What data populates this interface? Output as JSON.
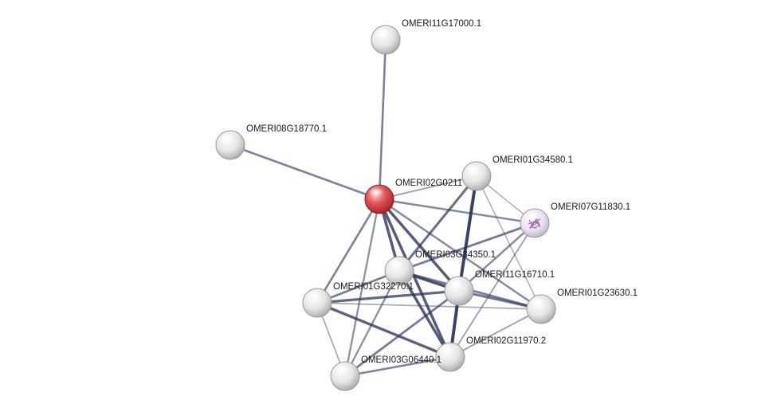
{
  "network": {
    "query_node": "OMERI02G02110.1",
    "colors": {
      "background": "#ffffff",
      "query_node": "#d9353b",
      "node": "#e2e2e2",
      "edge": "#2b3458",
      "label": "#1a1a1a"
    },
    "nodes": [
      {
        "id": "OMERI11G17000.1",
        "label": "OMERI11G17000.1",
        "type": "plain"
      },
      {
        "id": "OMERI08G18770.1",
        "label": "OMERI08G18770.1",
        "type": "plain"
      },
      {
        "id": "OMERI02G02110.1",
        "label": "OMERI02G0211",
        "type": "query"
      },
      {
        "id": "OMERI01G34580.1",
        "label": "OMERI01G34580.1",
        "type": "plain"
      },
      {
        "id": "OMERI07G11830.1",
        "label": "OMERI07G11830.1",
        "type": "structure"
      },
      {
        "id": "OMERI03G34350.1",
        "label": "OMERI03G34350.1",
        "type": "plain"
      },
      {
        "id": "OMERI11G16710.1",
        "label": "OMERI11G16710.1",
        "type": "plain"
      },
      {
        "id": "OMERI01G32270.1",
        "label": "OMERI01G32270.1",
        "type": "plain"
      },
      {
        "id": "OMERI01G23630.1",
        "label": "OMERI01G23630.1",
        "type": "plain"
      },
      {
        "id": "OMERI02G11970.2",
        "label": "OMERI02G11970.2",
        "type": "plain"
      },
      {
        "id": "OMERI03G06440.1",
        "label": "OMERI03G06440.1",
        "type": "plain"
      }
    ],
    "edges": [
      {
        "source": "OMERI02G02110.1",
        "target": "OMERI11G17000.1",
        "strength": 0.55
      },
      {
        "source": "OMERI02G02110.1",
        "target": "OMERI08G18770.1",
        "strength": 0.55
      },
      {
        "source": "OMERI02G02110.1",
        "target": "OMERI01G34580.1",
        "strength": 0.3
      },
      {
        "source": "OMERI02G02110.1",
        "target": "OMERI07G11830.1",
        "strength": 0.5
      },
      {
        "source": "OMERI02G02110.1",
        "target": "OMERI03G34350.1",
        "strength": 0.85
      },
      {
        "source": "OMERI02G02110.1",
        "target": "OMERI11G16710.1",
        "strength": 0.85
      },
      {
        "source": "OMERI02G02110.1",
        "target": "OMERI01G32270.1",
        "strength": 0.55
      },
      {
        "source": "OMERI02G02110.1",
        "target": "OMERI01G23630.1",
        "strength": 0.5
      },
      {
        "source": "OMERI02G02110.1",
        "target": "OMERI02G11970.2",
        "strength": 0.85
      },
      {
        "source": "OMERI02G02110.1",
        "target": "OMERI03G06440.1",
        "strength": 0.45
      },
      {
        "source": "OMERI01G34580.1",
        "target": "OMERI11G16710.1",
        "strength": 1.0
      },
      {
        "source": "OMERI01G34580.1",
        "target": "OMERI03G34350.1",
        "strength": 0.7
      },
      {
        "source": "OMERI01G34580.1",
        "target": "OMERI07G11830.1",
        "strength": 0.2
      },
      {
        "source": "OMERI01G34580.1",
        "target": "OMERI01G23630.1",
        "strength": 0.2
      },
      {
        "source": "OMERI07G11830.1",
        "target": "OMERI03G34350.1",
        "strength": 0.6
      },
      {
        "source": "OMERI07G11830.1",
        "target": "OMERI11G16710.1",
        "strength": 0.5
      },
      {
        "source": "OMERI07G11830.1",
        "target": "OMERI02G11970.2",
        "strength": 0.3
      },
      {
        "source": "OMERI03G34350.1",
        "target": "OMERI11G16710.1",
        "strength": 0.9
      },
      {
        "source": "OMERI03G34350.1",
        "target": "OMERI01G32270.1",
        "strength": 0.6
      },
      {
        "source": "OMERI03G34350.1",
        "target": "OMERI02G11970.2",
        "strength": 0.85
      },
      {
        "source": "OMERI03G34350.1",
        "target": "OMERI03G06440.1",
        "strength": 0.45
      },
      {
        "source": "OMERI03G34350.1",
        "target": "OMERI01G23630.1",
        "strength": 0.6
      },
      {
        "source": "OMERI11G16710.1",
        "target": "OMERI01G32270.1",
        "strength": 0.75
      },
      {
        "source": "OMERI11G16710.1",
        "target": "OMERI02G11970.2",
        "strength": 1.0
      },
      {
        "source": "OMERI11G16710.1",
        "target": "OMERI01G23630.1",
        "strength": 0.65
      },
      {
        "source": "OMERI11G16710.1",
        "target": "OMERI03G06440.1",
        "strength": 0.6
      },
      {
        "source": "OMERI01G32270.1",
        "target": "OMERI02G11970.2",
        "strength": 0.8
      },
      {
        "source": "OMERI01G32270.1",
        "target": "OMERI03G06440.1",
        "strength": 0.25
      },
      {
        "source": "OMERI01G32270.1",
        "target": "OMERI01G23630.1",
        "strength": 0.25
      },
      {
        "source": "OMERI02G11970.2",
        "target": "OMERI03G06440.1",
        "strength": 0.55
      },
      {
        "source": "OMERI02G11970.2",
        "target": "OMERI01G23630.1",
        "strength": 0.3
      },
      {
        "source": "OMERI01G34580.1",
        "target": "OMERI02G11970.2",
        "strength": 0.3
      }
    ]
  }
}
